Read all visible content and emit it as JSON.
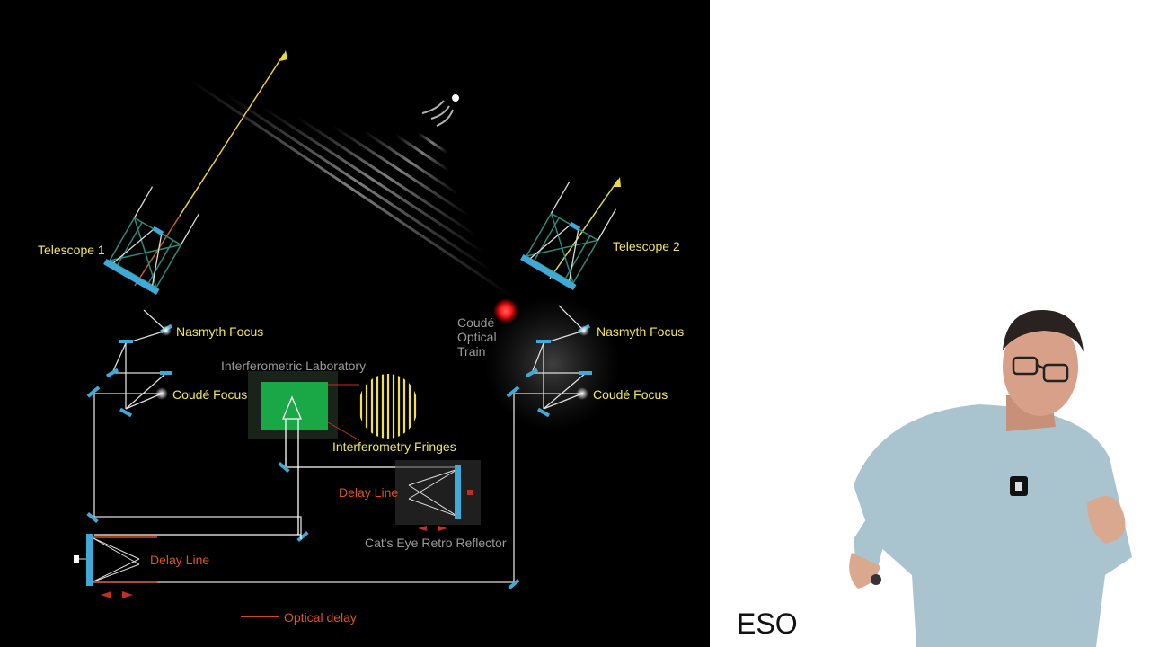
{
  "diagram": {
    "telescope_1": "Telescope 1",
    "telescope_2": "Telescope 2",
    "nasmyth_focus_1": "Nasmyth Focus",
    "nasmyth_focus_2": "Nasmyth Focus",
    "coude_focus_1": "Coudé Focus",
    "coude_focus_2": "Coudé Focus",
    "coude_optical_train": [
      "Coudé",
      "Optical",
      "Train"
    ],
    "interferometric_laboratory": "Interferometric Laboratory",
    "interferometry_fringes": "Interferometry Fringes",
    "delay_line_1": "Delay Line",
    "delay_line_2": "Delay Line",
    "cats_eye": "Cat's Eye Retro Reflector",
    "legend_optical_delay": "Optical delay"
  },
  "credit": "ESO",
  "colors": {
    "label_yellow": "#f2e65a",
    "label_gray": "#9a9a9a",
    "label_orange": "#e0531e",
    "mirror_blue": "#3fa9d8",
    "lab_green": "#19a845",
    "light_path": "#d9d9d9",
    "red_marker": "#ff2020"
  }
}
